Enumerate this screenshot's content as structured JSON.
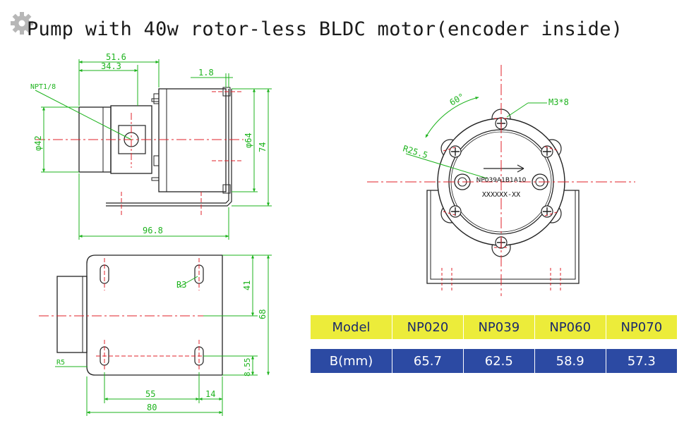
{
  "title": "Pump with 40w rotor-less BLDC motor(encoder inside)",
  "icon": "gear-icon",
  "colors": {
    "dimension": "#1db31d",
    "centerline": "#e0202a",
    "outline": "#222222",
    "table_header_bg": "#ecec3a",
    "table_row_bg": "#2c4aa3"
  },
  "side_view": {
    "dims": {
      "d_51_6": "51.6",
      "d_34_3": "34.3",
      "d_1_8": "1.8",
      "npt": "NPT1/8",
      "phi42": "φ42",
      "phi64": "φ64",
      "h74": "74",
      "l96_8": "96.8"
    }
  },
  "bottom_view": {
    "dims": {
      "r3": "R3",
      "h41": "41",
      "h68": "68",
      "h8_55": "8.55",
      "r5": "R5",
      "w55": "55",
      "w14": "14",
      "w80": "80"
    }
  },
  "front_view": {
    "dims": {
      "angle60": "60°",
      "m3x8": "M3*8",
      "r25_5": "R25.5"
    },
    "nameplate_model": "NP039A1B1A10",
    "nameplate_serial": "XXXXXX-XX"
  },
  "table": {
    "headers": [
      "Model",
      "NP020",
      "NP039",
      "NP060",
      "NP070"
    ],
    "row": [
      "B(mm)",
      "65.7",
      "62.5",
      "58.9",
      "57.3"
    ]
  }
}
